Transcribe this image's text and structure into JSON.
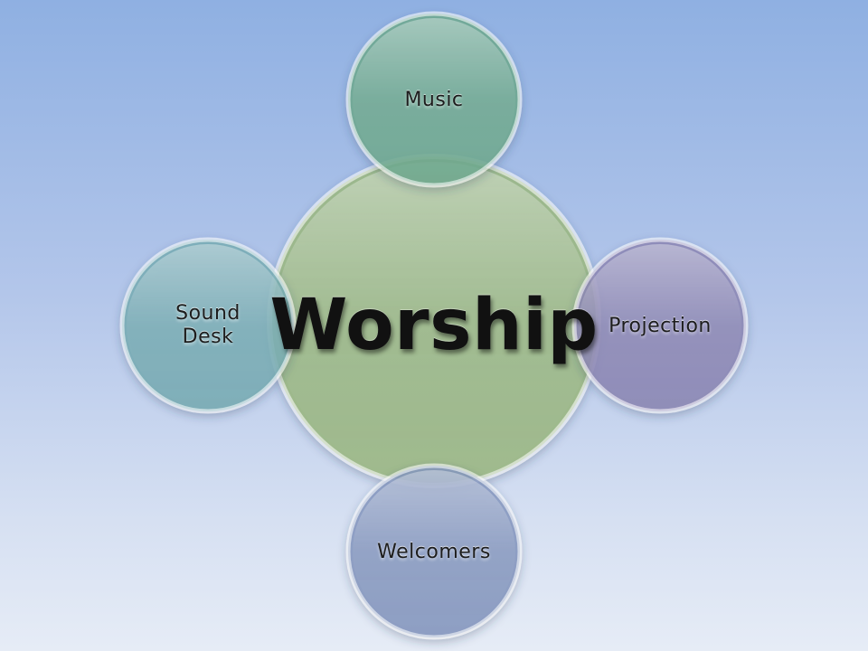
{
  "diagram": {
    "center": {
      "label": "Worship",
      "color": "#9cba82"
    },
    "nodes": [
      {
        "id": "music",
        "label": "Music",
        "color": "#6fab8f"
      },
      {
        "id": "projection",
        "label": "Projection",
        "color": "#8c86b4"
      },
      {
        "id": "welcomers",
        "label": "Welcomers",
        "color": "#8597bf"
      },
      {
        "id": "sound-desk",
        "label": "Sound\nDesk",
        "color": "#77adb5"
      }
    ]
  }
}
